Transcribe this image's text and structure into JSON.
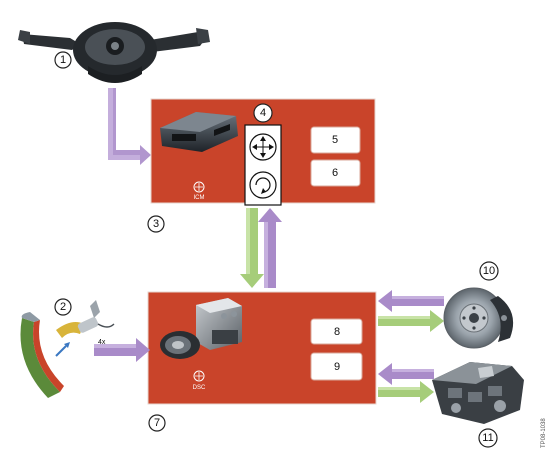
{
  "callouts": {
    "c1": "1",
    "c2": "2",
    "c3": "3",
    "c4": "4",
    "c5": "5",
    "c6": "6",
    "c7": "7",
    "c8": "8",
    "c9": "9",
    "c10": "10",
    "c11": "11"
  },
  "modules": {
    "icm_label": "ICM",
    "dsc_label": "DSC"
  },
  "sensor_note": "4x",
  "figure_code": "TP08-1038",
  "colors": {
    "panel": "#c9442a",
    "arrow_purple": "#a98bc9",
    "arrow_green": "#a6cd7a",
    "circle_border": "#222222",
    "box_fill": "#ffffff"
  }
}
